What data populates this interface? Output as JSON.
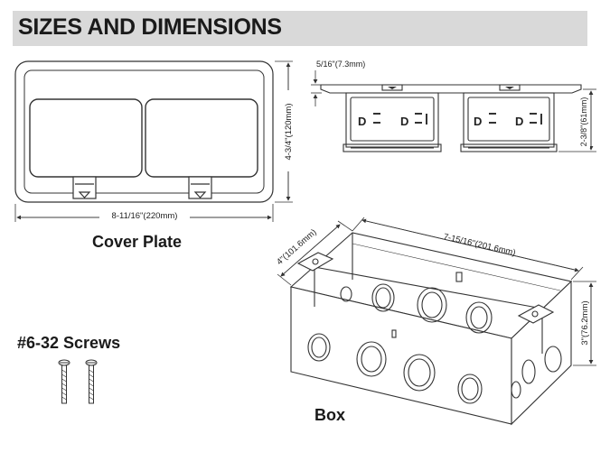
{
  "header": {
    "title": "SIZES AND DIMENSIONS"
  },
  "cover_plate": {
    "caption": "Cover Plate",
    "width_label": "8-11/16\"(220mm)",
    "height_label": "4-3/4\"(120mm)"
  },
  "side_view": {
    "thickness_label": "5/16\"(7.3mm)",
    "depth_label": "2-3/8\"(61mm)",
    "receptacle_marks": [
      "D",
      "D",
      "D",
      "D"
    ]
  },
  "box": {
    "caption": "Box",
    "length_label": "7-15/16\"(201.6mm)",
    "width_label": "4\"(101.6mm)",
    "height_label": "3\"(76.2mm)"
  },
  "screws": {
    "caption": "#6-32 Screws"
  },
  "colors": {
    "header_bg": "#d9d9d9",
    "line": "#333333"
  }
}
